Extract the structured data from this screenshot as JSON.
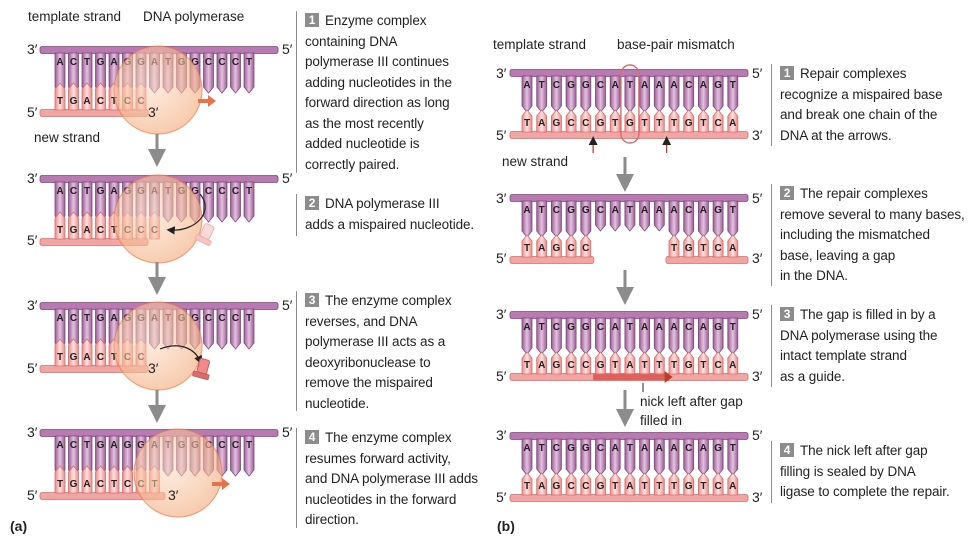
{
  "labels": {
    "template_strand": "template strand",
    "dna_polymerase": "DNA polymerase",
    "new_strand": "new strand",
    "base_pair_mismatch": "base-pair mismatch",
    "nick_left": "nick left after gap\nfilled in",
    "three_prime": "3′",
    "five_prime": "5′",
    "panel_a": "(a)",
    "panel_b": "(b)"
  },
  "left_steps": [
    {
      "num": "1",
      "text": "Enzyme complex\ncontaining DNA\npolymerase III continues\nadding nucleotides in the\nforward direction as long\nas the most recently\nadded nucleotide is\ncorrectly paired."
    },
    {
      "num": "2",
      "text": "DNA polymerase III\nadds a mispaired nucleotide."
    },
    {
      "num": "3",
      "text": "The enzyme complex\nreverses, and DNA\npolymerase III acts as a\ndeoxyribonuclease to\nremove the mispaired\nnucleotide."
    },
    {
      "num": "4",
      "text": "The enzyme complex\nresumes forward activity,\nand DNA polymerase III adds\nnucleotides in the forward\ndirection."
    }
  ],
  "right_steps": [
    {
      "num": "1",
      "text": "Repair complexes\nrecognize a mispaired base\nand break one chain of the\nDNA at the arrows."
    },
    {
      "num": "2",
      "text": "The repair complexes\nremove several to many bases,\nincluding the mismatched\nbase, leaving a gap\nin the DNA."
    },
    {
      "num": "3",
      "text": "The gap is filled in by a\nDNA polymerase using the\nintact template strand\nas a guide."
    },
    {
      "num": "4",
      "text": "The nick left after gap\nfilling is sealed by DNA\nligase to complete the repair."
    }
  ],
  "sequences": {
    "left_template": [
      "A",
      "C",
      "T",
      "G",
      "A",
      "G",
      "G",
      "A",
      "T",
      "G",
      "G",
      "C",
      "C",
      "C",
      "T"
    ],
    "left_new_1": [
      "T",
      "G",
      "A",
      "C",
      "T",
      "C",
      "C"
    ],
    "left_new_2_added": "C",
    "left_new_4": [
      "T",
      "G",
      "A",
      "C",
      "T",
      "C",
      "C",
      "T"
    ],
    "right_template": [
      "A",
      "T",
      "C",
      "G",
      "G",
      "C",
      "A",
      "T",
      "A",
      "A",
      "A",
      "C",
      "A",
      "G",
      "T"
    ],
    "right_new_mismatch": [
      "T",
      "A",
      "G",
      "C",
      "C",
      "G",
      "T",
      "G",
      "T",
      "T",
      "T",
      "G",
      "T",
      "C",
      "A"
    ],
    "right_new_gap_left": [
      "T",
      "A",
      "G",
      "C",
      "C"
    ],
    "right_new_gap_right": [
      "T",
      "G",
      "T",
      "C",
      "A"
    ],
    "right_new_repaired": [
      "T",
      "A",
      "G",
      "C",
      "C",
      "G",
      "T",
      "A",
      "T",
      "T",
      "T",
      "G",
      "T",
      "C",
      "A"
    ]
  },
  "colors": {
    "template": "#b97ab2",
    "template_dark": "#7d4a78",
    "new": "#f0a6a4",
    "new_dark": "#d86e6c",
    "enzyme": "#f6c9a6",
    "arrow_orange": "#e8724a",
    "flow_arrow": "#8c8c8c"
  }
}
